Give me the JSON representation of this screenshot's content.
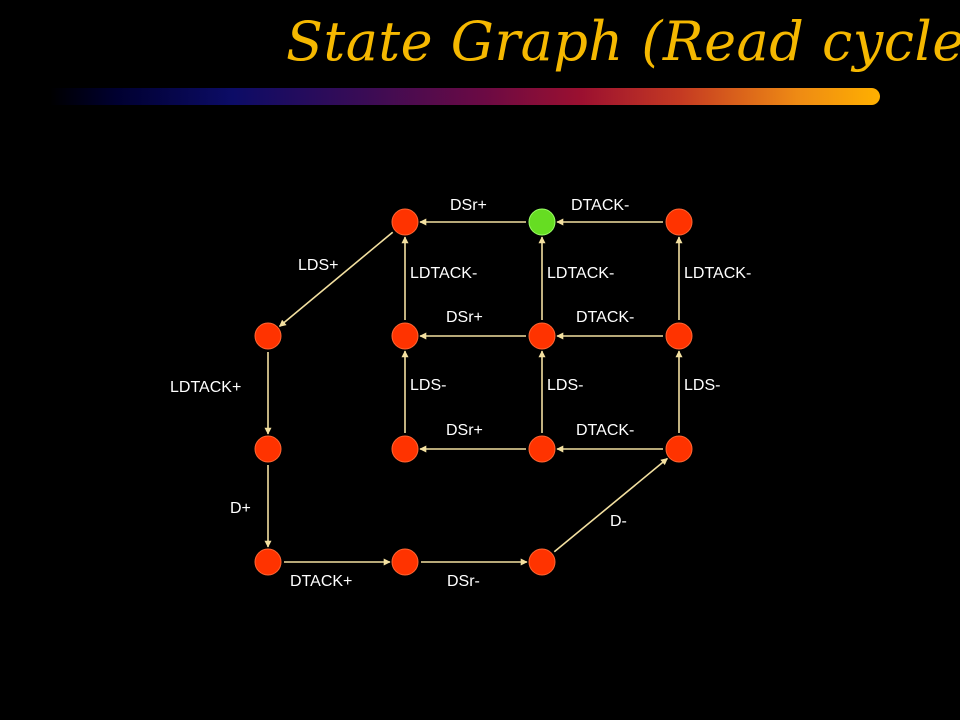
{
  "title": "State Graph (Read cycle)",
  "colors": {
    "title": "#f5b800",
    "state": "#ff3300",
    "initial_state": "#66dd22",
    "edge": "#f3e0a0",
    "label": "#ffffff",
    "background": "#000000"
  },
  "states": [
    {
      "id": "s1",
      "initial": false
    },
    {
      "id": "s2",
      "initial": true
    },
    {
      "id": "s3",
      "initial": false
    },
    {
      "id": "s4",
      "initial": false
    },
    {
      "id": "s5",
      "initial": false
    },
    {
      "id": "s6",
      "initial": false
    },
    {
      "id": "s7",
      "initial": false
    },
    {
      "id": "s8",
      "initial": false
    },
    {
      "id": "s9",
      "initial": false
    },
    {
      "id": "s10",
      "initial": false
    },
    {
      "id": "s11",
      "initial": false
    },
    {
      "id": "s12",
      "initial": false
    },
    {
      "id": "s13",
      "initial": false
    },
    {
      "id": "s14",
      "initial": false
    }
  ],
  "transitions": [
    {
      "from": "s2",
      "to": "s1",
      "label": "DSr+"
    },
    {
      "from": "s3",
      "to": "s2",
      "label": "DTACK-"
    },
    {
      "from": "s4",
      "to": "s1",
      "label": "LDTACK-"
    },
    {
      "from": "s5",
      "to": "s2",
      "label": "LDTACK-"
    },
    {
      "from": "s6",
      "to": "s3",
      "label": "LDTACK-"
    },
    {
      "from": "s5",
      "to": "s4",
      "label": "DSr+"
    },
    {
      "from": "s6",
      "to": "s5",
      "label": "DTACK-"
    },
    {
      "from": "s7",
      "to": "s4",
      "label": "LDS-"
    },
    {
      "from": "s8",
      "to": "s5",
      "label": "LDS-"
    },
    {
      "from": "s9",
      "to": "s6",
      "label": "LDS-"
    },
    {
      "from": "s8",
      "to": "s7",
      "label": "DSr+"
    },
    {
      "from": "s9",
      "to": "s8",
      "label": "DTACK-"
    },
    {
      "from": "s1",
      "to": "s10",
      "label": "LDS+"
    },
    {
      "from": "s10",
      "to": "s11",
      "label": "LDTACK+"
    },
    {
      "from": "s11",
      "to": "s12",
      "label": "D+"
    },
    {
      "from": "s12",
      "to": "s13",
      "label": "DTACK+"
    },
    {
      "from": "s13",
      "to": "s14",
      "label": "DSr-"
    },
    {
      "from": "s14",
      "to": "s9",
      "label": "D-"
    }
  ]
}
